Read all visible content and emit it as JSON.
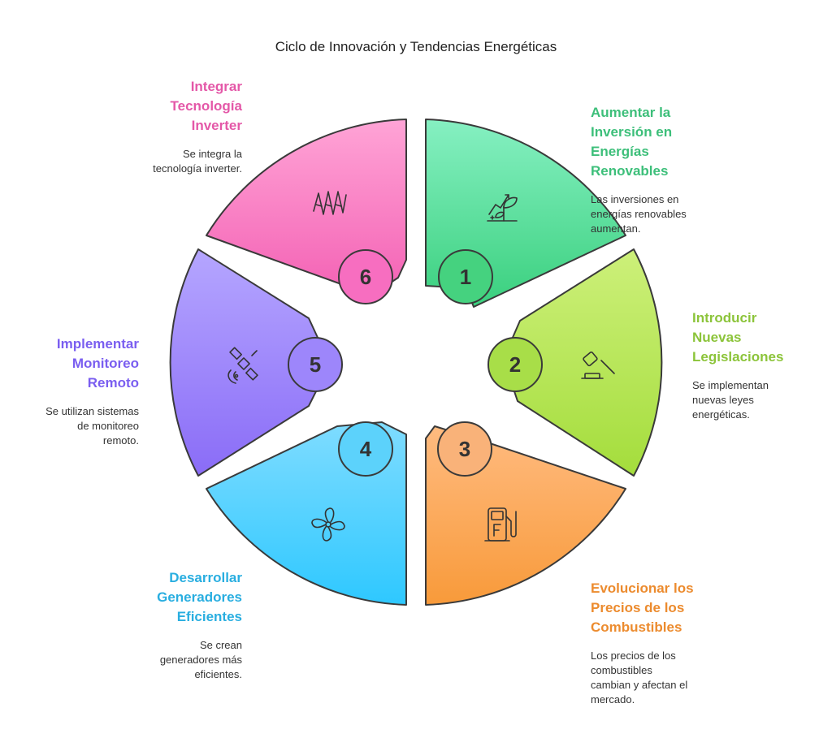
{
  "title": "Ciclo de Innovación y Tendencias Energéticas",
  "steps": [
    {
      "number": "1",
      "heading_lines": [
        "Aumentar la",
        "Inversión en",
        "Energías",
        "Renovables"
      ],
      "desc_lines": [
        "Las inversiones en",
        "energías renovables",
        "aumentan."
      ],
      "icon": "plant-growth-icon",
      "color_top": "#86f0c2",
      "color_bottom": "#3ad07e",
      "badge": "#45d27f",
      "text_color": "#3dbf7a"
    },
    {
      "number": "2",
      "heading_lines": [
        "Introducir",
        "Nuevas",
        "Legislaciones"
      ],
      "desc_lines": [
        "Se implementan",
        "nuevas leyes",
        "energéticas."
      ],
      "icon": "gavel-icon",
      "color_top": "#cdf07a",
      "color_bottom": "#a4dd3c",
      "badge": "#a8de48",
      "text_color": "#8cc43a"
    },
    {
      "number": "3",
      "heading_lines": [
        "Evolucionar los",
        "Precios de los",
        "Combustibles"
      ],
      "desc_lines": [
        "Los precios de los",
        "combustibles",
        "cambian y afectan el",
        "mercado."
      ],
      "icon": "fuel-pump-icon",
      "color_top": "#ffbb80",
      "color_bottom": "#f89a3a",
      "badge": "#f9b279",
      "text_color": "#ec8b2e"
    },
    {
      "number": "4",
      "heading_lines": [
        "Desarrollar",
        "Generadores",
        "Eficientes"
      ],
      "desc_lines": [
        "Se crean",
        "generadores más",
        "eficientes."
      ],
      "icon": "fan-icon",
      "color_top": "#7fdcff",
      "color_bottom": "#2ec8ff",
      "badge": "#5cd2fb",
      "text_color": "#29aee0"
    },
    {
      "number": "5",
      "heading_lines": [
        "Implementar",
        "Monitoreo",
        "Remoto"
      ],
      "desc_lines": [
        "Se utilizan sistemas",
        "de monitoreo",
        "remoto."
      ],
      "icon": "satellite-icon",
      "color_top": "#b5a6ff",
      "color_bottom": "#8a6cf7",
      "badge": "#9d86fb",
      "text_color": "#7a5ef0"
    },
    {
      "number": "6",
      "heading_lines": [
        "Integrar",
        "Tecnología",
        "Inverter"
      ],
      "desc_lines": [
        "Se integra la",
        "tecnología inverter."
      ],
      "icon": "coil-icon",
      "color_top": "#ffa4d6",
      "color_bottom": "#f35fb3",
      "badge": "#f76ec0",
      "text_color": "#e458a8"
    }
  ]
}
